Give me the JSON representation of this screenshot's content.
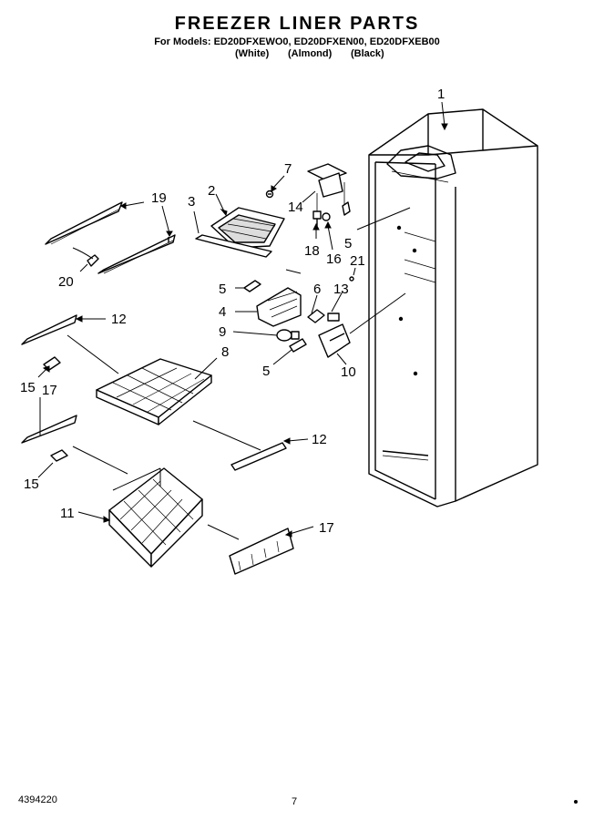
{
  "header": {
    "title": "FREEZER LINER PARTS",
    "models": "For Models: ED20DFXEWO0, ED20DFXEN00, ED20DFXEB00",
    "colors": [
      "(White)",
      "(Almond)",
      "(Black)"
    ]
  },
  "callouts": [
    "1",
    "2",
    "3",
    "4",
    "5",
    "5",
    "5",
    "6",
    "7",
    "8",
    "9",
    "10",
    "11",
    "12",
    "12",
    "13",
    "14",
    "15",
    "15",
    "16",
    "17",
    "17",
    "18",
    "19",
    "20",
    "21"
  ],
  "footer": {
    "part_number": "4394220",
    "page": "7"
  }
}
